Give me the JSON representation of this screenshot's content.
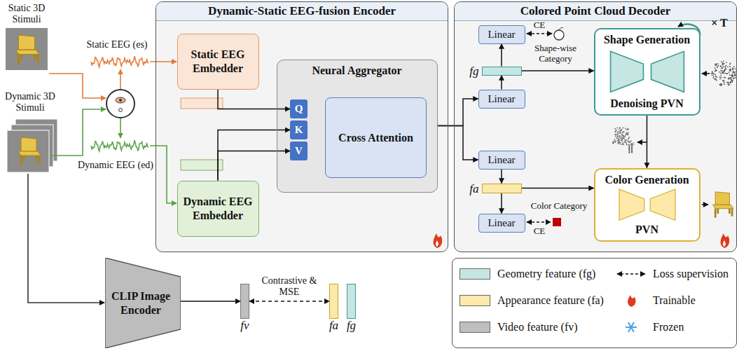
{
  "diagram": {
    "nodes": [
      {
        "text": [
          "Dynamic-Static EEG-fusion Encoder"
        ]
      },
      {
        "text": [
          "Static EEG Embedder"
        ],
        "in": 0
      },
      {
        "text": [
          "Dynamic EEG Embedder"
        ],
        "in": 0
      },
      {
        "text": [
          "Neural Aggregator"
        ],
        "in": 0
      },
      {
        "text": [
          "Q"
        ],
        "in": 3
      },
      {
        "text": [
          "K"
        ],
        "in": 3
      },
      {
        "text": [
          "V"
        ],
        "in": 3
      },
      {
        "text": [
          "Cross Attention"
        ],
        "in": 3
      },
      {
        "text": [
          "Colored Point Cloud Decoder"
        ]
      },
      {
        "text": [
          "Linear"
        ],
        "in": 8
      },
      {
        "text": [
          "Linear"
        ],
        "in": 8
      },
      {
        "text": [
          "Linear"
        ],
        "in": 8
      },
      {
        "text": [
          "Linear"
        ],
        "in": 8
      },
      {
        "text": [
          "Shape Generation",
          "Denoising PVN"
        ],
        "in": 8
      },
      {
        "text": [
          "Color Generation",
          "PVN"
        ],
        "in": 8
      },
      {
        "text": [
          "CLIP Image Encoder"
        ]
      },
      {
        "text": [
          "fg"
        ],
        "in": 8
      },
      {
        "text": [
          "fa"
        ],
        "in": 8
      },
      {
        "text": [
          "fv"
        ]
      },
      {
        "text": [
          "fa"
        ]
      },
      {
        "text": [
          "fg"
        ]
      }
    ],
    "edges": [
      {
        "from": 1,
        "to": 4,
        "arrow": "to"
      },
      {
        "from": 2,
        "to": 5,
        "arrow": "to"
      },
      {
        "from": 2,
        "to": 6,
        "arrow": "to"
      },
      {
        "from": 3,
        "to": 10,
        "arrow": "to"
      },
      {
        "from": 3,
        "to": 11,
        "arrow": "to"
      },
      {
        "from": 10,
        "to": 16,
        "arrow": "to"
      },
      {
        "from": 16,
        "to": 9,
        "arrow": "to"
      },
      {
        "from": 16,
        "to": 13,
        "arrow": "to"
      },
      {
        "from": 13,
        "to": 14,
        "arrow": "to"
      },
      {
        "from": 11,
        "to": 17,
        "arrow": "to"
      },
      {
        "from": 17,
        "to": 12,
        "arrow": "to"
      },
      {
        "from": 17,
        "to": 14,
        "arrow": "to"
      },
      {
        "from": 15,
        "to": 18,
        "arrow": "to"
      },
      {
        "from": 18,
        "to": 19,
        "label": "Contrastive & MSE",
        "arrow": "both"
      }
    ],
    "labels": [
      "Static 3D Stimuli",
      "Static EEG (es)",
      "Dynamic 3D Stimuli",
      "Dynamic EEG (ed)",
      "CE",
      "Shape-wise Category",
      "× T",
      "Color Category",
      "CE"
    ],
    "legend": [
      {
        "text": "Geometry feature (fg)",
        "color": "#c5e6e2"
      },
      {
        "text": "Loss supervision"
      },
      {
        "text": "Appearance feature (fa)",
        "color": "#fde9a9"
      },
      {
        "text": "Trainable"
      },
      {
        "text": "Video feature (fv)",
        "color": "#bfbfbf"
      },
      {
        "text": "Frozen"
      }
    ]
  }
}
